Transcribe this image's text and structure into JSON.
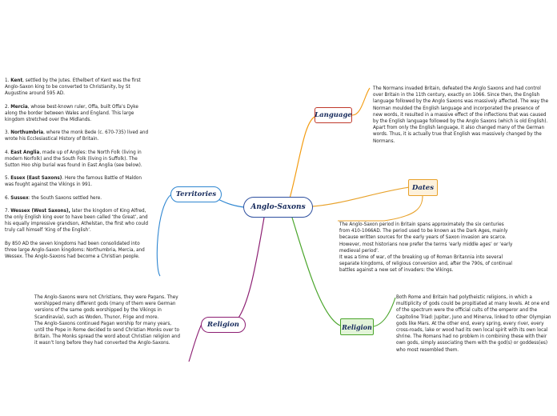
{
  "central": {
    "label": "Anglo-Saxons"
  },
  "topics": {
    "territories": "Territories",
    "language": "Language",
    "dates": "Dates",
    "religion_left": "Religion",
    "religion_right": "Religion"
  },
  "colors": {
    "central_border": "#2d4f9f",
    "territories": "#2e86d1",
    "religion_left": "#8c1e72",
    "language": "#c0392b",
    "dates": "#e8a22b",
    "religion_right": "#4aa52b"
  },
  "territories_items": [
    {
      "num": "1. ",
      "name": "Kent",
      "text": ", settled by the Jutes. Ethelbert of Kent was the first Anglo-Saxon king to be converted to Christianity, by St Augustine around 595 AD."
    },
    {
      "num": "2. ",
      "name": "Mercia",
      "text": ", whose best-known ruler, Offa, built Offa’s Dyke along the border between Wales and England. This large kingdom stretched over the Midlands."
    },
    {
      "num": "3. ",
      "name": "Northumbria",
      "text": ", where the monk Bede (c. 670-735) lived and wrote his Ecclesiastical History of Britain."
    },
    {
      "num": "4. ",
      "name": "East Anglia",
      "text": ", made up of Angles: the North Folk (living in modern Norfolk) and the South Folk (living in Suffolk). The Sutton Hoo ship burial was found in East Anglia (see below)."
    },
    {
      "num": "5. ",
      "name": "Essex (East Saxons)",
      "text": ". Here the famous Battle of Maldon was fought against the Vikings in 991."
    },
    {
      "num": "6. ",
      "name": "Sussex",
      "text": ": the South Saxons settled here."
    },
    {
      "num": "7. ",
      "name": "Wessex (West Saxons),",
      "text": " later the kingdom of King Alfred, the only English king ever to have been called ‘the Great’, and his equally impressive grandson, Athelstan, the first who could truly call himself ‘King of the English’."
    }
  ],
  "territories_footer": "By 850 AD the seven kingdoms had been consolidated into three large Anglo-Saxon kingdoms: Northumbria, Mercia, and Wessex. The Anglo-Saxons had become a Christian people.",
  "language_text": "The Normans invaded Britain, defeated the Anglo Saxons and had control over Britain in the 11th century, exactly on 1066. Since then, the English language followed by the Anglo Saxons was massively affected. The way the Norman moulded the English language and incorporated the presence of new words, it resulted in a massive effect of the inflections that was caused by the English language followed by the Anglo Saxons (which is old English).",
  "language_text_2": "Apart from only the English language, it also changed many of the German words. Thus, it is actually true that English was massively changed by the Normans.",
  "dates_text": "The Anglo-Saxon period in Britain spans approximately the six centuries from 410-1066AD. The period used to be known as the Dark Ages, mainly because written sources for the early years of Saxon invasion are scarce. However, most historians now prefer the terms ‘early middle ages’ or ‘early medieval period’.",
  "dates_text_2": "It was a time of war, of the breaking up of Roman Britannia into several separate kingdoms, of religious conversion and, after the 790s, of continual battles against a new set of invaders: the Vikings.",
  "religion_left_text": "The Anglo-Saxons were not Christians, they were Pagans. They worshipped many different gods (many of them were German versions of the same gods worshipped by the Vikings in Scandinavia), such as Woden, Thunor, Frige and more.",
  "religion_left_text_2": "The Anglo-Saxons continued Pagan worship for many years, until the Pope in Rome decided to send Christian Monks over to Britain. The Monks spread the word about Christian religion and it wasn’t long before they had converted the Anglo-Saxons.",
  "religion_right_text": "Both Rome and Britain had polytheistic religions, in which a multiplicity of gods could be propitiated at many levels. At one end of the spectrum were the official cults of the emperor and the Capitoline Triad: Jupiter, Juno and Minerva, linked to other Olympian gods like Mars. At the other end, every spring, every river, every cross-roads, lake or wood had its own local spirit with its own local shrine. The Romans had no problem in combining these with their own gods, simply associating them with the god(s) or goddess(es) who most resembled them."
}
